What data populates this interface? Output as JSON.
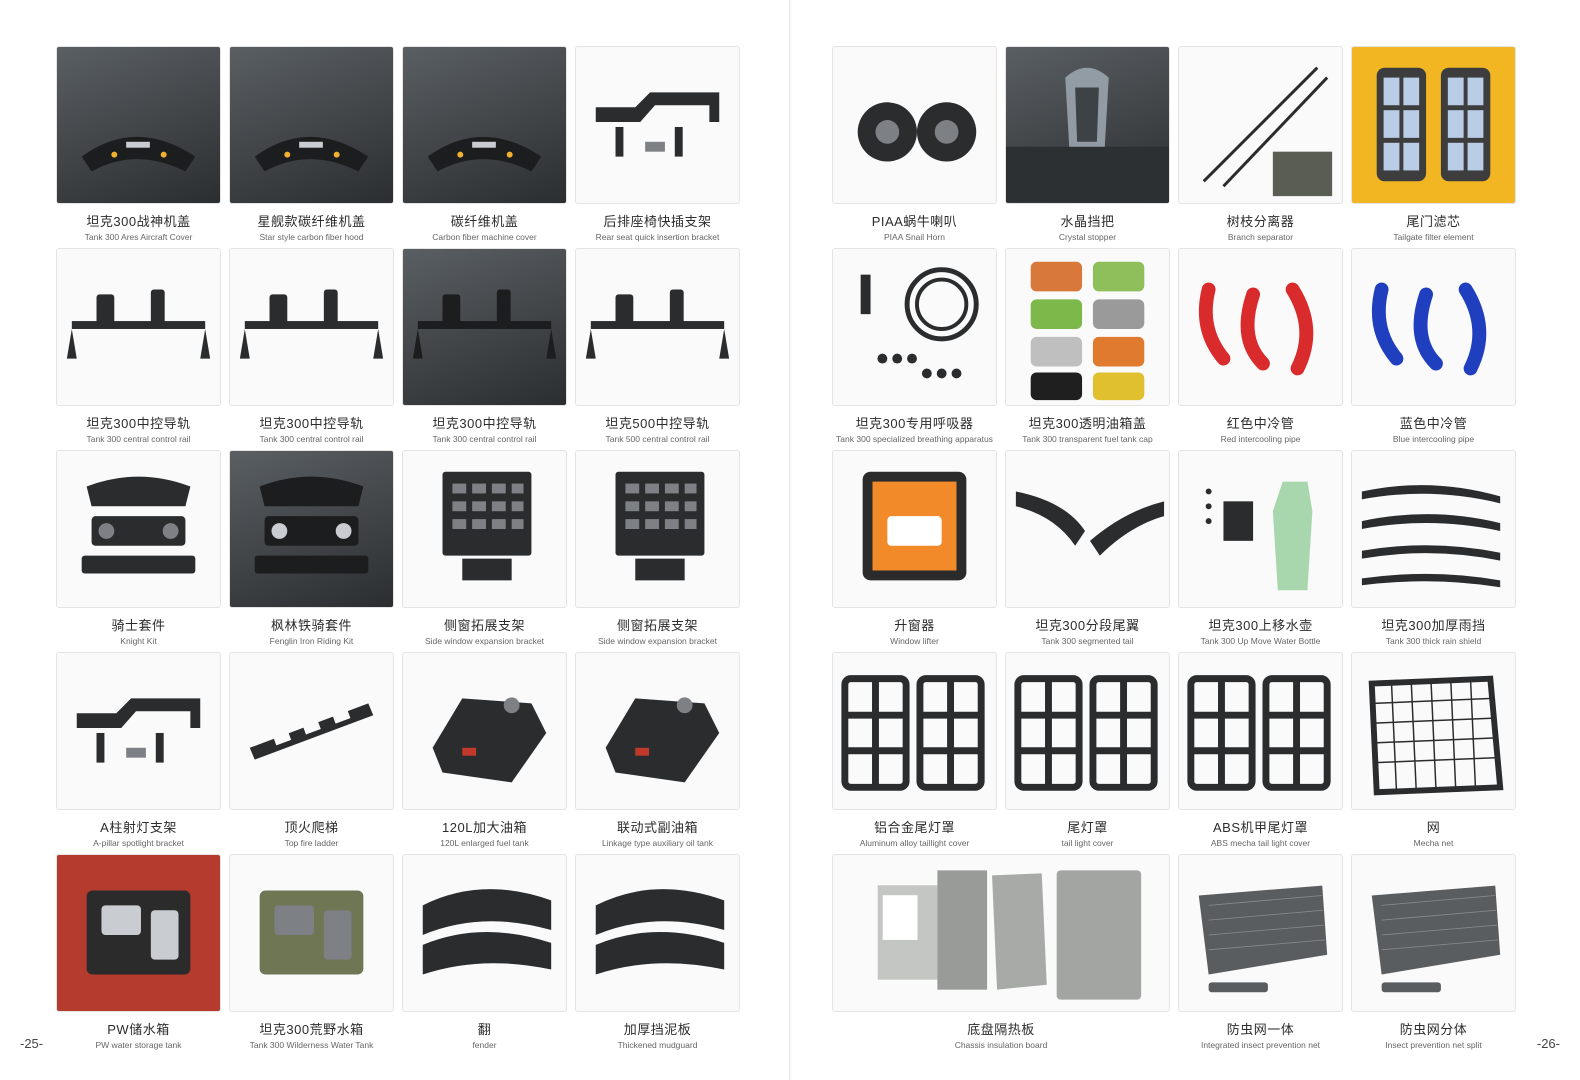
{
  "pages": [
    {
      "page_number": "-25-",
      "items": [
        {
          "cn": "坦克300战神机盖",
          "en": "Tank 300 Ares Aircraft Cover",
          "icon": "hood-icon",
          "tone": "photo"
        },
        {
          "cn": "星舰款碳纤维机盖",
          "en": "Star style carbon fiber hood",
          "icon": "hood-icon",
          "tone": "photo"
        },
        {
          "cn": "碳纤维机盖",
          "en": "Carbon fiber machine cover",
          "icon": "hood-icon",
          "tone": "photo"
        },
        {
          "cn": "后排座椅快插支架",
          "en": "Rear seat quick insertion bracket",
          "icon": "bracket-icon",
          "tone": "light"
        },
        {
          "cn": "坦克300中控导轨",
          "en": "Tank 300 central control rail",
          "icon": "rail-icon",
          "tone": "light"
        },
        {
          "cn": "坦克300中控导轨",
          "en": "Tank 300 central control rail",
          "icon": "rail-icon",
          "tone": "light"
        },
        {
          "cn": "坦克300中控导轨",
          "en": "Tank 300 central control rail",
          "icon": "rail-icon",
          "tone": "photo"
        },
        {
          "cn": "坦克500中控导轨",
          "en": "Tank 500 central control rail",
          "icon": "rail-icon",
          "tone": "light"
        },
        {
          "cn": "骑士套件",
          "en": "Knight Kit",
          "icon": "bumper-icon",
          "tone": "light"
        },
        {
          "cn": "枫林铁骑套件",
          "en": "Fenglin Iron Riding Kit",
          "icon": "bumper-icon",
          "tone": "photo"
        },
        {
          "cn": "侧窗拓展支架",
          "en": "Side window expansion bracket",
          "icon": "panel-icon",
          "tone": "light"
        },
        {
          "cn": "侧窗拓展支架",
          "en": "Side window expansion bracket",
          "icon": "panel-icon",
          "tone": "light"
        },
        {
          "cn": "A柱射灯支架",
          "en": "A-pillar spotlight bracket",
          "icon": "bracket-icon",
          "tone": "light"
        },
        {
          "cn": "顶火爬梯",
          "en": "Top fire ladder",
          "icon": "ladder-icon",
          "tone": "light"
        },
        {
          "cn": "120L加大油箱",
          "en": "120L enlarged fuel tank",
          "icon": "tank-icon",
          "tone": "light"
        },
        {
          "cn": "联动式副油箱",
          "en": "Linkage type auxiliary oil tank",
          "icon": "tank-icon",
          "tone": "light"
        },
        {
          "cn": "PW储水箱",
          "en": "PW water storage tank",
          "icon": "box-icon",
          "tone": "red"
        },
        {
          "cn": "坦克300荒野水箱",
          "en": "Tank 300 Wilderness Water Tank",
          "icon": "box-icon",
          "tone": "light"
        },
        {
          "cn": "翻",
          "en": "fender",
          "icon": "fender-icon",
          "tone": "light"
        },
        {
          "cn": "加厚挡泥板",
          "en": "Thickened mudguard",
          "icon": "fender-icon",
          "tone": "light"
        }
      ]
    },
    {
      "page_number": "-26-",
      "items": [
        {
          "cn": "PIAA蜗牛喇叭",
          "en": "PIAA Snail Horn",
          "icon": "horn-icon",
          "tone": "light"
        },
        {
          "cn": "水晶挡把",
          "en": "Crystal stopper",
          "icon": "shifter-icon",
          "tone": "photo"
        },
        {
          "cn": "树枝分离器",
          "en": "Branch separator",
          "icon": "cable-icon",
          "tone": "light"
        },
        {
          "cn": "尾门滤芯",
          "en": "Tailgate filter element",
          "icon": "filter-icon",
          "tone": "orange"
        },
        {
          "cn": "坦克300专用呼吸器",
          "en": "Tank 300 specialized breathing apparatus",
          "icon": "hose-icon",
          "tone": "light"
        },
        {
          "cn": "坦克300透明油箱盖",
          "en": "Tank 300 transparent fuel tank cap",
          "icon": "cap-icon",
          "tone": "light"
        },
        {
          "cn": "红色中冷管",
          "en": "Red intercooling pipe",
          "icon": "pipe-icon",
          "tone": "light"
        },
        {
          "cn": "蓝色中冷管",
          "en": "Blue intercooling pipe",
          "icon": "pipe-icon",
          "tone": "light"
        },
        {
          "cn": "升窗器",
          "en": "Window lifter",
          "icon": "lifter-icon",
          "tone": "light"
        },
        {
          "cn": "坦克300分段尾翼",
          "en": "Tank 300 segmented tail",
          "icon": "wing-icon",
          "tone": "light"
        },
        {
          "cn": "坦克300上移水壶",
          "en": "Tank 300 Up Move Water Bottle",
          "icon": "bottle-icon",
          "tone": "light"
        },
        {
          "cn": "坦克300加厚雨挡",
          "en": "Tank 300 thick rain shield",
          "icon": "visor-icon",
          "tone": "light"
        },
        {
          "cn": "铝合金尾灯罩",
          "en": "Aluminum alloy taillight cover",
          "icon": "lamp-guard-icon",
          "tone": "light"
        },
        {
          "cn": "尾灯罩",
          "en": "tail light cover",
          "icon": "lamp-guard-icon",
          "tone": "light"
        },
        {
          "cn": "ABS机甲尾灯罩",
          "en": "ABS mecha tail light cover",
          "icon": "lamp-guard-icon",
          "tone": "light"
        },
        {
          "cn": "网",
          "en": "Mecha net",
          "icon": "net-icon",
          "tone": "light"
        },
        {
          "cn": "底盘隔热板",
          "en": "Chassis insulation board",
          "icon": "plate-icon",
          "tone": "light",
          "wide": true
        },
        {
          "cn": "防虫网一体",
          "en": "Integrated insect prevention net",
          "icon": "mesh-icon",
          "tone": "light"
        },
        {
          "cn": "防虫网分体",
          "en": "Insect prevention net split",
          "icon": "mesh-icon",
          "tone": "light"
        }
      ]
    }
  ]
}
